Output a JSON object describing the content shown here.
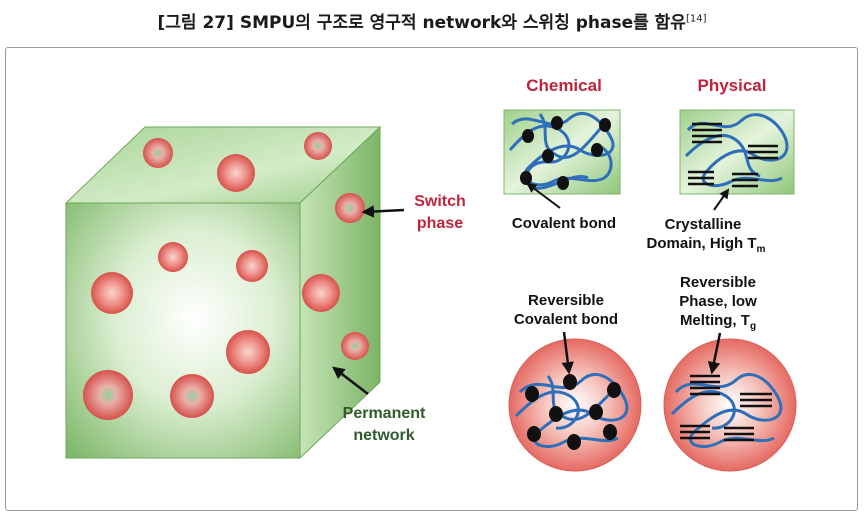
{
  "caption": {
    "text": "[그림 27] SMPU의 구조로 영구적 network와 스위칭 phase를 함유",
    "ref": "[14]"
  },
  "cube_labels": {
    "switch_line1": "Switch",
    "switch_line2": "phase",
    "perm_line1": "Permanent",
    "perm_line2": "network"
  },
  "headers": {
    "chemical": "Chemical",
    "physical": "Physical"
  },
  "panel_labels": {
    "covalent": "Covalent bond",
    "crystalline_line1": "Crystalline",
    "crystalline_line2": "Domain, High T",
    "crystalline_sub": "m",
    "rev_cov_line1": "Reversible",
    "rev_cov_line2": "Covalent bond",
    "rev_phase_line1": "Reversible",
    "rev_phase_line2": "Phase, low",
    "rev_phase_line3": "Melting, T",
    "rev_phase_sub": "g"
  },
  "colors": {
    "label_red": "#c0243b",
    "label_green": "#2f5a2a",
    "chain_blue": "#2f6fba",
    "cube_green": "#8fc27a",
    "sphere_red": "#e0625c"
  }
}
